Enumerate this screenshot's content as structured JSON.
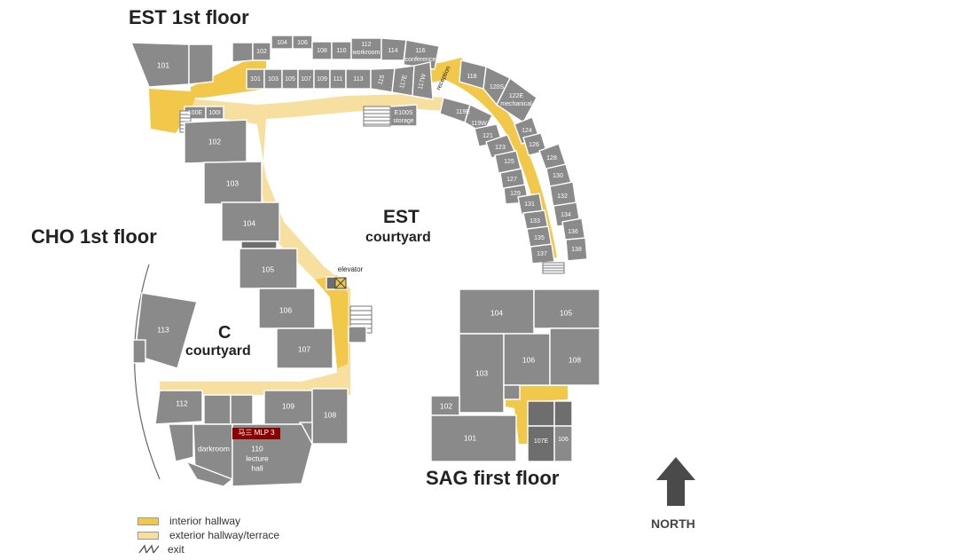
{
  "titles": {
    "est_floor": "EST 1st floor",
    "cho_floor": "CHO 1st floor",
    "sag_floor": "SAG first floor",
    "est_courtyard_1": "EST",
    "est_courtyard_2": "courtyard",
    "c_courtyard_1": "C",
    "c_courtyard_2": "courtyard",
    "north": "NORTH"
  },
  "legend": {
    "interior": "interior hallway",
    "exterior": "exterior hallway/terrace",
    "exit": "exit"
  },
  "colors": {
    "room": "#8a8a8a",
    "interior_hallway": "#f2c84b",
    "exterior_hallway": "#f7dfa0",
    "marker": "#8b0000"
  },
  "marker": {
    "label": "马三 MLP 3"
  },
  "labels": {
    "est_101": "101",
    "est_104t": "104",
    "est_106t": "106",
    "est_102": "102",
    "est_108": "108",
    "est_110": "110",
    "est_112": "112",
    "workroom": "workroom",
    "est_114": "114",
    "est_116": "116",
    "conference": "conference",
    "est_101b": "101",
    "est_103": "103",
    "est_105": "105",
    "est_107": "107",
    "est_109": "109",
    "est_111": "111",
    "est_113": "113",
    "est_115": "115",
    "est_117e": "117E",
    "est_117w": "117W",
    "reception": "reception",
    "est_118": "118",
    "est_119e": "119E",
    "est_119w": "119W",
    "est_120s": "120S",
    "est_122e": "122E",
    "mechanical": "mechanical",
    "est_124": "124",
    "est_121": "121",
    "est_123": "123",
    "est_125": "125",
    "est_126": "126",
    "est_127": "127",
    "est_128": "128",
    "est_129": "129",
    "est_130": "130",
    "est_131": "131",
    "est_132": "132",
    "est_133": "133",
    "est_134": "134",
    "est_135": "135",
    "est_136": "136",
    "est_137": "137",
    "est_138": "138",
    "e100s": "E100S",
    "storage": "storage",
    "est_100e": "100E",
    "est_100i": "100I",
    "cho_102": "102",
    "cho_103": "103",
    "cho_104": "104",
    "cho_105": "105",
    "cho_106": "106",
    "cho_107": "107",
    "cho_113": "113",
    "cho_112": "112",
    "cho_109": "109",
    "cho_108": "108",
    "cho_110": "110",
    "lecture": "lecture",
    "hall": "hall",
    "darkroom": "darkroom",
    "elevator": "elevator",
    "sag_104": "104",
    "sag_105": "105",
    "sag_103": "103",
    "sag_106": "106",
    "sag_108": "108",
    "sag_102": "102",
    "sag_101": "101",
    "sag_107e": "107E",
    "sag_106e": "106"
  }
}
